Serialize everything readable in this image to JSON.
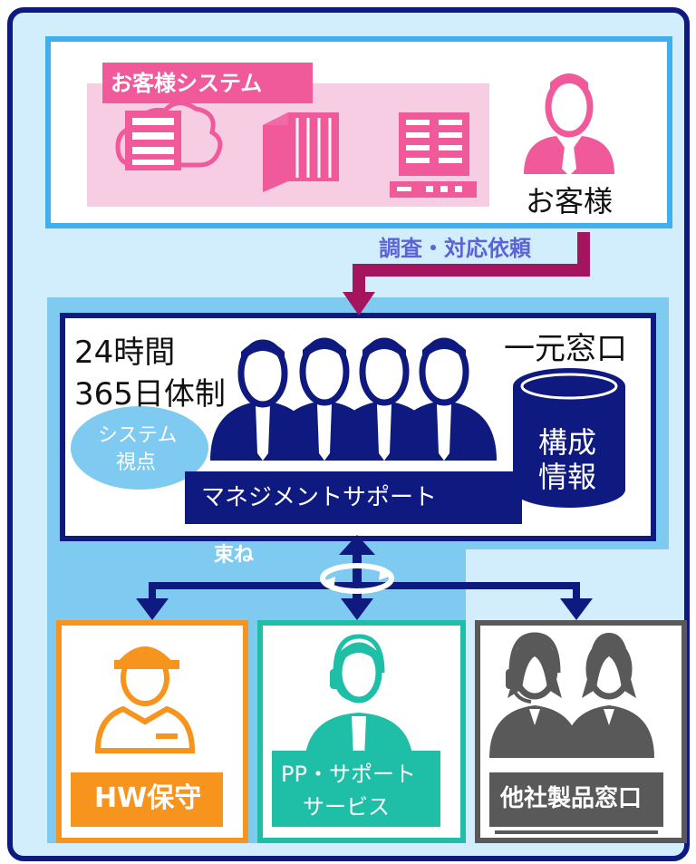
{
  "customer_section": {
    "system_label": "お客様システム",
    "customer_label": "お客様"
  },
  "request_label": "調査・対応依頼",
  "management": {
    "hours_line1": "24時間",
    "hours_line2": "365日体制",
    "single_window": "一元窓口",
    "config_line1": "構成",
    "config_line2": "情報",
    "system_view_line1": "システム",
    "system_view_line2": "視点",
    "title": "マネジメントサポート"
  },
  "bundle_label": "束ね",
  "vendors": {
    "hw": {
      "label": "HW保守"
    },
    "pp": {
      "line1": "PP・サポート",
      "line2": "サービス"
    },
    "other": {
      "label": "他社製品窓口"
    }
  },
  "colors": {
    "navy": "#0f1a80",
    "pink": "#f05a9b",
    "pink_bg": "#f6cde3",
    "sky": "#3fb0ee",
    "light_blue": "#d2eefc",
    "mid_blue": "#7fcaf0",
    "orange": "#f7941d",
    "teal": "#1fbfa7",
    "gray": "#595959",
    "purple_arrow": "#a4145f",
    "lavender_text": "#5b63d6"
  }
}
